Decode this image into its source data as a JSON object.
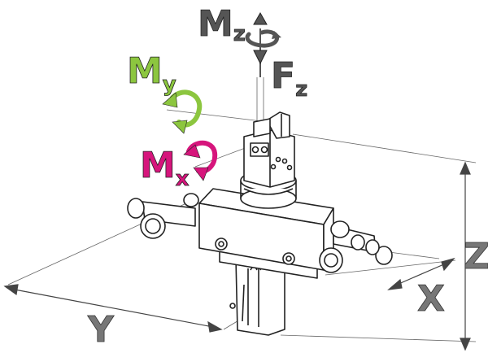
{
  "labels": {
    "mz": {
      "main": "M",
      "sub": "z"
    },
    "fz": {
      "main": "F",
      "sub": "z"
    },
    "my": {
      "main": "M",
      "sub": "y"
    },
    "mx": {
      "main": "M",
      "sub": "x"
    },
    "x_axis": "X",
    "y_axis": "Y",
    "z_axis": "Z"
  },
  "colors": {
    "mz": "#555555",
    "fz": "#555555",
    "my": "#8cc63f",
    "mx": "#d6157c",
    "dimension": "#666666",
    "outline": "#222222"
  }
}
